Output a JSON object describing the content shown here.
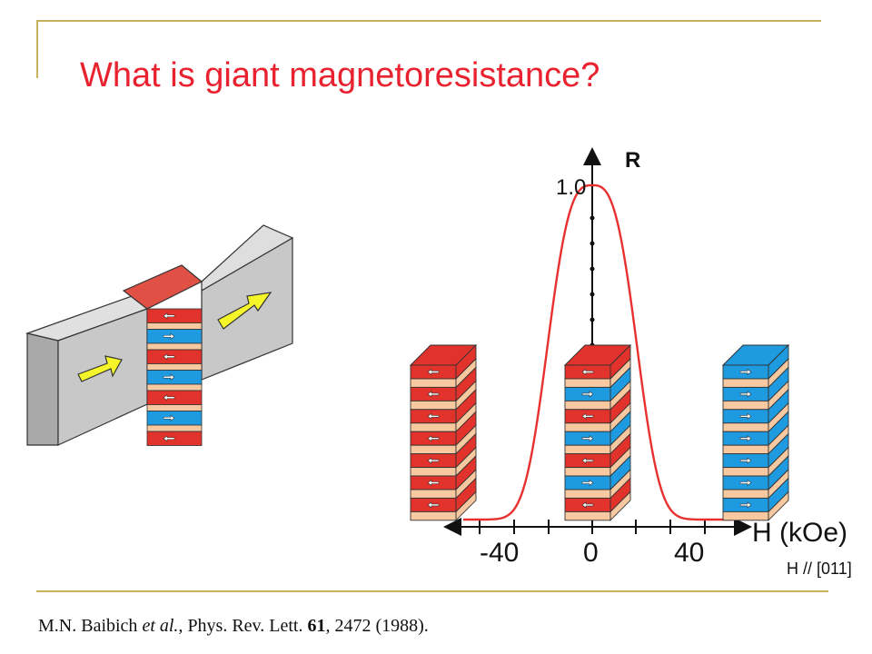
{
  "slide": {
    "title": "What is giant magnetoresistance?",
    "citation": {
      "authors": "M.N. Baibich ",
      "etal": "et al.,",
      "journal": " Phys. Rev. Lett. ",
      "volume": "61",
      "pages_year": ", 2472 (1988)."
    }
  },
  "plot": {
    "y_label": "R",
    "y_tick_top": "1.0",
    "x_label": "H (kOe)",
    "x_ticks": [
      "-40",
      "0",
      "40"
    ],
    "field_direction": "H // [011]"
  },
  "colors": {
    "title": "#e8232f",
    "curve": "#e83030",
    "red_layer": "#e2322c",
    "blue_layer": "#1e9be0",
    "spacer_layer": "#f8c9a0",
    "sample_gray": "#c8c8c8",
    "arrow_yellow": "#f5f52a",
    "frame_gold": "#c8b45a"
  },
  "stacks": [
    {
      "state": "antiparallel-left",
      "arrows": [
        "left",
        "left",
        "left",
        "left",
        "left",
        "left",
        "left"
      ]
    },
    {
      "state": "antiparallel-alternating",
      "arrows": [
        "left",
        "right",
        "left",
        "right",
        "left",
        "right",
        "left"
      ]
    },
    {
      "state": "parallel-right",
      "arrows": [
        "right",
        "right",
        "right",
        "right",
        "right",
        "right",
        "right"
      ]
    }
  ]
}
